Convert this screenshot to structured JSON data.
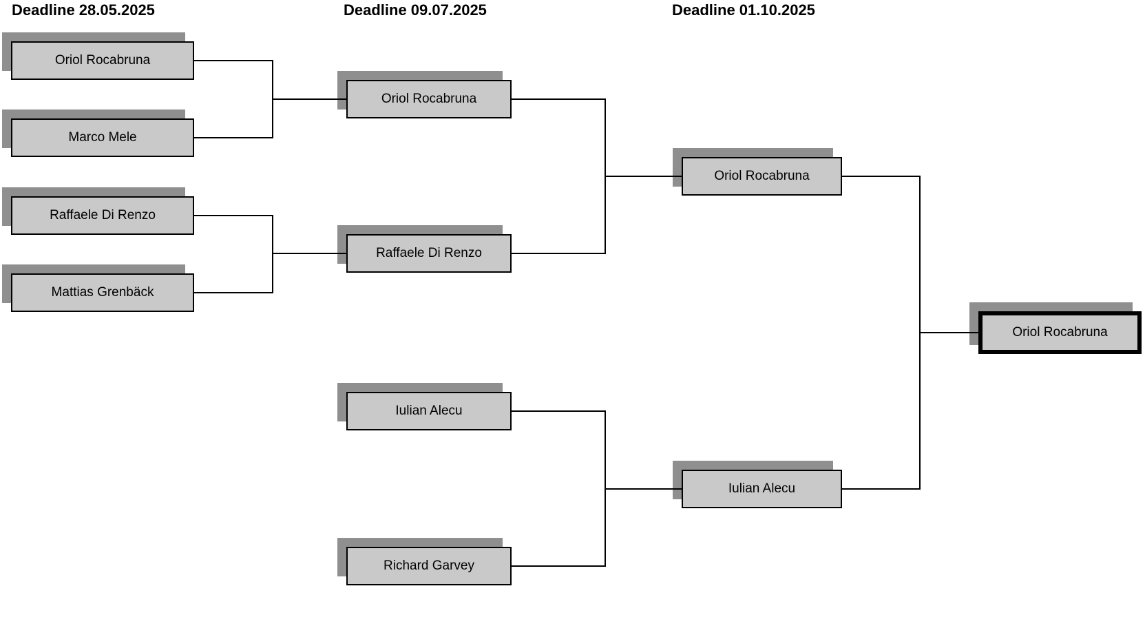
{
  "headers": [
    {
      "label": "Deadline 28.05.2025"
    },
    {
      "label": "Deadline 09.07.2025"
    },
    {
      "label": "Deadline 01.10.2025"
    }
  ],
  "bracket": {
    "round1": [
      "Oriol Rocabruna",
      "Marco Mele",
      "Raffaele Di Renzo",
      "Mattias Grenbäck"
    ],
    "round2": [
      "Oriol Rocabruna",
      "Raffaele Di Renzo",
      "Iulian Alecu",
      "Richard Garvey"
    ],
    "round3": [
      "Oriol Rocabruna",
      "Iulian Alecu"
    ],
    "champion": "Oriol Rocabruna"
  },
  "colors": {
    "background": "#ffffff",
    "box_fill": "#c9c9c9",
    "box_border": "#000000",
    "box_shadow": "#8f8f8f",
    "connector_line": "#000000",
    "text": "#000000"
  }
}
